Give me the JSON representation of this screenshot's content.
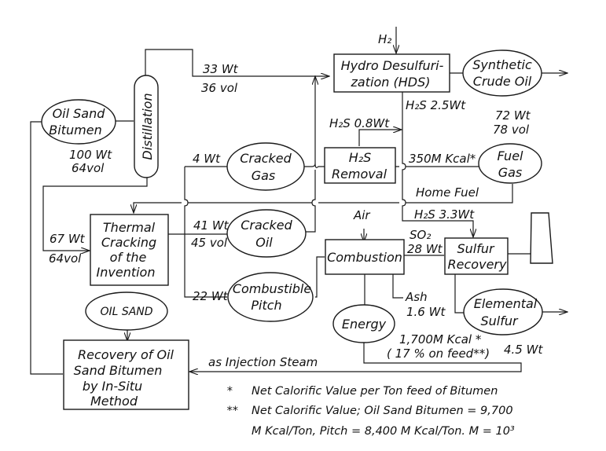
{
  "diagram": {
    "nodes": {
      "oil_sand_bitumen": [
        "Oil Sand",
        "Bitumen"
      ],
      "distillation": "Distillation",
      "hds": [
        "Hydro Desulfuri-",
        "zation (HDS)"
      ],
      "synthetic_crude_oil": [
        "Synthetic",
        "Crude Oil"
      ],
      "cracked_gas": [
        "Cracked",
        "Gas"
      ],
      "h2s_removal": [
        "H₂S",
        "Removal"
      ],
      "fuel_gas": [
        "Fuel",
        "Gas"
      ],
      "thermal_cracking": [
        "Thermal",
        "Cracking",
        "of the",
        "Invention"
      ],
      "cracked_oil": [
        "Cracked",
        "Oil"
      ],
      "combustion": "Combustion",
      "sulfur_recovery": [
        "Sulfur",
        "Recovery"
      ],
      "combustible_pitch": [
        "Combustible",
        "Pitch"
      ],
      "oil_sand": "OIL SAND",
      "energy": "Energy",
      "elemental_sulfur": [
        "Elemental",
        "Sulfur"
      ],
      "in_situ_recovery": [
        "Recovery of Oil",
        "Sand Bitumen",
        "by In-Situ",
        "Method"
      ]
    },
    "labels": {
      "h2": "H₂",
      "distillate_wt": "33 Wt",
      "distillate_vol": "36 vol",
      "bitumen_wt": "100 Wt",
      "bitumen_vol": "64vol",
      "h2s_hds": "H₂S 2.5Wt",
      "h2s_removal": "H₂S 0.8Wt",
      "product_wt": "72 Wt",
      "product_vol": "78 vol",
      "cracked_gas_wt": "4 Wt",
      "fuel_gas_energy": "350M Kcal*",
      "home_fuel": "Home Fuel",
      "h2s_total": "H₂S 3.3Wt",
      "residue_wt": "67 Wt",
      "residue_vol": "64vol",
      "cracked_oil_wt": "41 Wt",
      "cracked_oil_vol": "45 vol",
      "air": "Air",
      "so2": "SO₂",
      "so2_wt": "28 Wt",
      "pitch_wt": "22 Wt",
      "ash": "Ash",
      "ash_wt": "1.6 Wt",
      "energy_value": "1,700M Kcal *",
      "energy_pct": "( 17 % on feed**)",
      "sulfur_wt": "4.5 Wt",
      "injection_steam": "as Injection Steam"
    },
    "footnotes": [
      {
        "mark": "*",
        "text": "Net Calorific Value per Ton feed of Bitumen"
      },
      {
        "mark": "**",
        "text": "Net Calorific Value; Oil Sand Bitumen = 9,700"
      },
      {
        "mark": "",
        "text": "M Kcal/Ton, Pitch = 8,400  M Kcal/Ton. M = 10³"
      }
    ]
  }
}
